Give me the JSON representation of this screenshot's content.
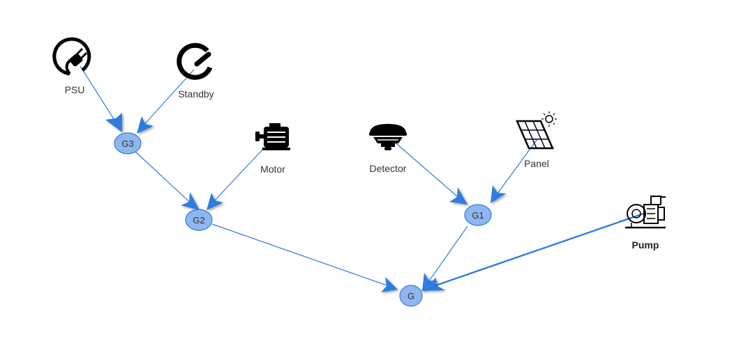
{
  "diagram": {
    "nodes": {
      "g": "G",
      "g1": "G1",
      "g2": "G2",
      "g3": "G3"
    },
    "icons": {
      "psu": {
        "label": "PSU",
        "icon": "power-plug-icon"
      },
      "standby": {
        "label": "Standby",
        "icon": "power-icon"
      },
      "motor": {
        "label": "Motor",
        "icon": "motor-icon"
      },
      "detector": {
        "label": "Detector",
        "icon": "smoke-detector-icon"
      },
      "panel": {
        "label": "Panel",
        "icon": "solar-panel-icon"
      },
      "pump": {
        "label": "Pump",
        "icon": "pump-icon"
      }
    },
    "edges": [
      [
        "psu",
        "g3"
      ],
      [
        "standby",
        "g3"
      ],
      [
        "g3",
        "g2"
      ],
      [
        "motor",
        "g2"
      ],
      [
        "g2",
        "g"
      ],
      [
        "detector",
        "g1"
      ],
      [
        "panel",
        "g1"
      ],
      [
        "g1",
        "g"
      ],
      [
        "pump",
        "g"
      ]
    ],
    "colors": {
      "edge": "#2f7be0",
      "node_fill": "#8fb6f0"
    }
  }
}
